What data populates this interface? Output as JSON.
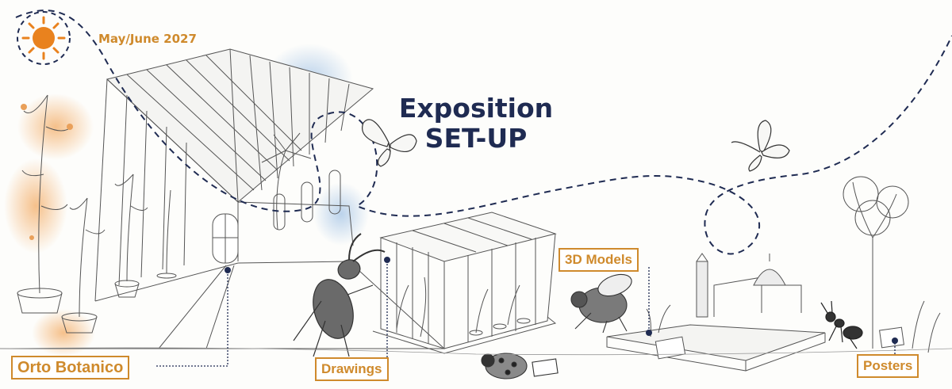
{
  "header": {
    "date": "May/June 2027",
    "title_line1": "Exposition",
    "title_line2": "SET-UP"
  },
  "labels": {
    "orto_botanico": "Orto Botanico",
    "drawings": "Drawings",
    "models_3d": "3D Models",
    "posters": "Posters"
  },
  "colors": {
    "accent": "#cf8a2c",
    "navy": "#1f2b52",
    "sun": "#e9821e",
    "watercolor_orange": "#f2a65a",
    "watercolor_blue": "#8fb6e0"
  },
  "icons": [
    "sun-icon",
    "butterfly-icon",
    "beetle-icon",
    "bee-icon",
    "ant-icon",
    "ladybug-icon"
  ]
}
